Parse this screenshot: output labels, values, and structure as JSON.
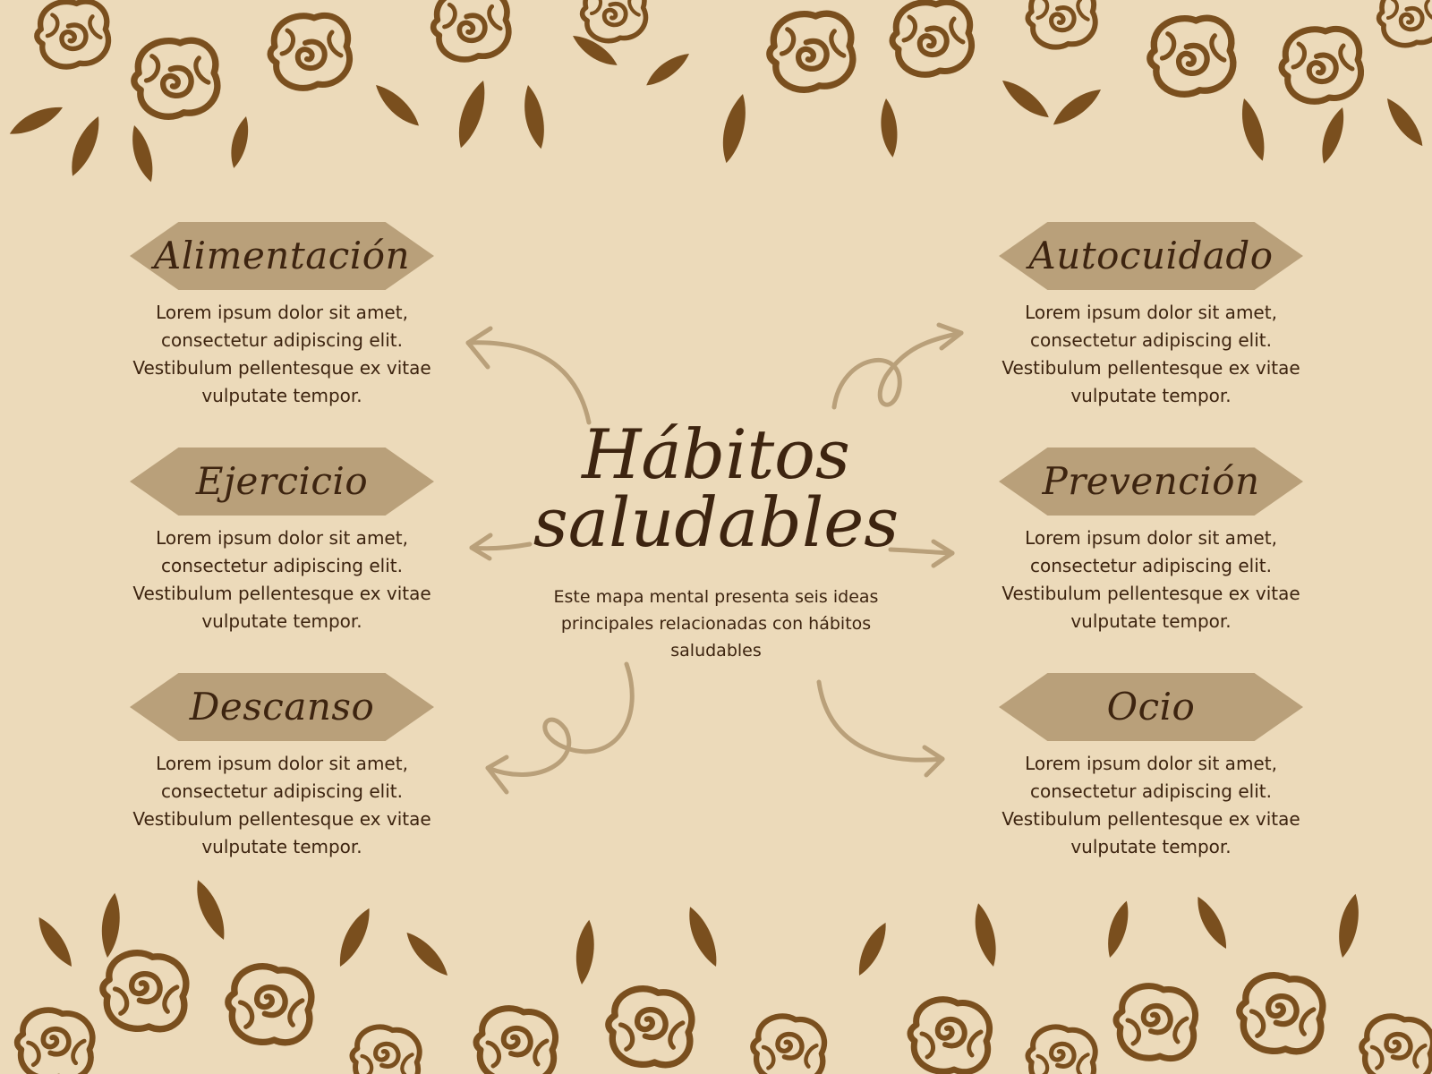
{
  "colors": {
    "background": "#ecdaba",
    "banner": "#b9a07a",
    "text": "#3d2410",
    "ornament": "#7a4f1e",
    "arrow": "#b9a07a"
  },
  "center": {
    "title_line1": "Hábitos",
    "title_line2": "saludables",
    "subtitle": "Este mapa mental presenta seis ideas principales relacionadas con hábitos saludables"
  },
  "nodes": [
    {
      "title": "Alimentación",
      "body": "Lorem ipsum dolor sit amet, consectetur adipiscing elit. Vestibulum pellentesque ex vitae vulputate tempor."
    },
    {
      "title": "Ejercicio",
      "body": "Lorem ipsum dolor sit amet, consectetur adipiscing elit. Vestibulum pellentesque ex vitae vulputate tempor."
    },
    {
      "title": "Descanso",
      "body": "Lorem ipsum dolor sit amet, consectetur adipiscing elit. Vestibulum pellentesque ex vitae vulputate tempor."
    },
    {
      "title": "Autocuidado",
      "body": "Lorem ipsum dolor sit amet, consectetur adipiscing elit. Vestibulum pellentesque ex vitae vulputate tempor."
    },
    {
      "title": "Prevención",
      "body": "Lorem ipsum dolor sit amet, consectetur adipiscing elit. Vestibulum pellentesque ex vitae vulputate tempor."
    },
    {
      "title": "Ocio",
      "body": "Lorem ipsum dolor sit amet, consectetur adipiscing elit. Vestibulum pellentesque ex vitae vulputate tempor."
    }
  ],
  "decorations": {
    "top": "rose-border-icon",
    "bottom": "rose-border-icon"
  }
}
